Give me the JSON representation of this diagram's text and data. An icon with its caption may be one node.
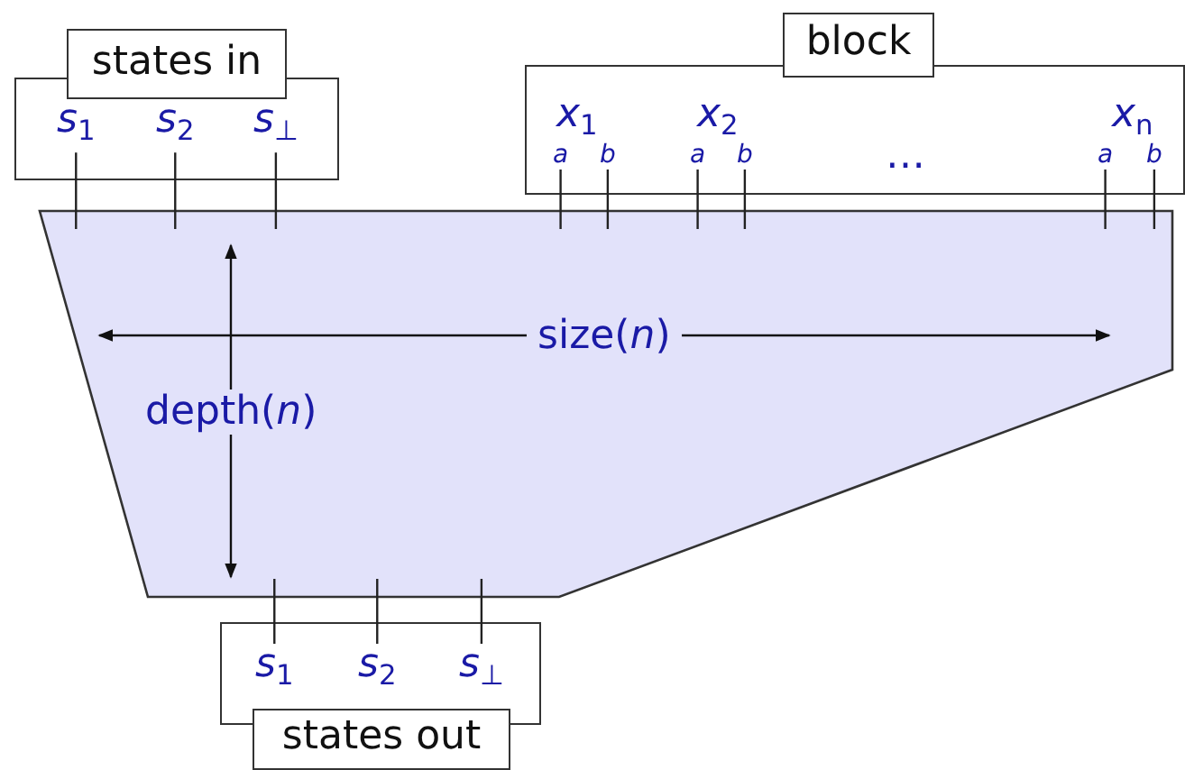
{
  "diagram": {
    "nodes": [
      {
        "text": [
          "states in"
        ]
      },
      {
        "text": [
          "*s*$_{1}$"
        ],
        "in": 0
      },
      {
        "text": [
          "*s*$_{2}$"
        ],
        "in": 0
      },
      {
        "text": [
          "*s*$_{⊥}$"
        ],
        "in": 0
      },
      {
        "text": [
          "block"
        ]
      },
      {
        "text": [
          "*x*$_{1}$"
        ],
        "in": 4
      },
      {
        "text": [
          "*a*"
        ],
        "in": 4
      },
      {
        "text": [
          "*b*"
        ],
        "in": 4
      },
      {
        "text": [
          "*x*$_{2}$"
        ],
        "in": 4
      },
      {
        "text": [
          "*a*"
        ],
        "in": 4
      },
      {
        "text": [
          "*b*"
        ],
        "in": 4
      },
      {
        "text": [
          "*x*$_{n}$"
        ],
        "in": 4
      },
      {
        "text": [
          "*a*"
        ],
        "in": 4
      },
      {
        "text": [
          "*b*"
        ],
        "in": 4
      },
      {
        "text": [],
        "shape": "polygon"
      },
      {
        "text": [
          "states out"
        ]
      },
      {
        "text": [
          "*s*$_{1}$"
        ],
        "in": 15
      },
      {
        "text": [
          "*s*$_{2}$"
        ],
        "in": 15
      },
      {
        "text": [
          "*s*$_{⊥}$"
        ],
        "in": 15
      }
    ],
    "edges": [
      {
        "from": 1,
        "to": 14,
        "arrow": "none"
      },
      {
        "from": 2,
        "to": 14,
        "arrow": "none"
      },
      {
        "from": 3,
        "to": 14,
        "arrow": "none"
      },
      {
        "from": 6,
        "to": 14,
        "arrow": "none"
      },
      {
        "from": 7,
        "to": 14,
        "arrow": "none"
      },
      {
        "from": 9,
        "to": 14,
        "arrow": "none"
      },
      {
        "from": 10,
        "to": 14,
        "arrow": "none"
      },
      {
        "from": 12,
        "to": 14,
        "arrow": "none"
      },
      {
        "from": 13,
        "to": 14,
        "arrow": "none"
      },
      {
        "from": 14,
        "to": 16,
        "arrow": "none"
      },
      {
        "from": 14,
        "to": 17,
        "arrow": "none"
      },
      {
        "from": 14,
        "to": 18,
        "arrow": "none"
      }
    ],
    "labels": [
      "…",
      "size(*n*)",
      "depth(*n*)"
    ]
  }
}
